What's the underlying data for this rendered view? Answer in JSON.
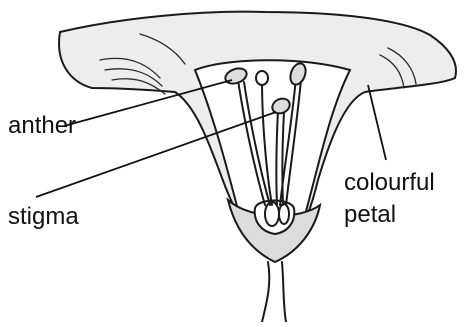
{
  "labels": {
    "anther": "anther",
    "stigma": "stigma",
    "petal_line1": "colourful",
    "petal_line2": "petal"
  }
}
